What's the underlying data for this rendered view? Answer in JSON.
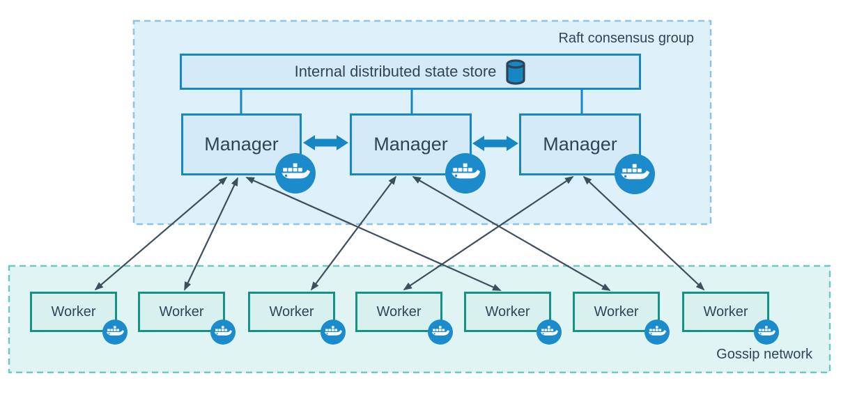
{
  "raft_group": {
    "title": "Raft consensus group"
  },
  "state_store": {
    "label": "Internal distributed state store"
  },
  "managers": [
    {
      "label": "Manager"
    },
    {
      "label": "Manager"
    },
    {
      "label": "Manager"
    }
  ],
  "workers": [
    {
      "label": "Worker"
    },
    {
      "label": "Worker"
    },
    {
      "label": "Worker"
    },
    {
      "label": "Worker"
    },
    {
      "label": "Worker"
    },
    {
      "label": "Worker"
    },
    {
      "label": "Worker"
    }
  ],
  "gossip_network": {
    "title": "Gossip network"
  },
  "icons": {
    "state_store": "database-icon",
    "node_badge": "docker-whale-icon"
  },
  "colors": {
    "raft_group_fill": "#def0fa",
    "raft_group_border": "#8fc3e3",
    "gossip_fill": "#e0f5f3",
    "gossip_border": "#6cc8c0",
    "blue_node_fill": "#d5eaf8",
    "blue_node_border": "#1787c4",
    "worker_fill": "#d9f1ee",
    "worker_border": "#129383",
    "docker_badge_blue": "#1b8bcb",
    "thin_arrow": "#3d4e5c",
    "text": "#2e4559"
  }
}
